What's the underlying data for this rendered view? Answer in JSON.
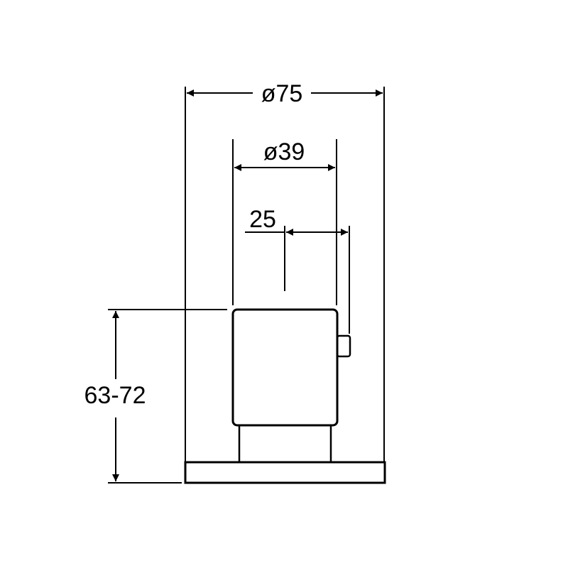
{
  "dimensions": {
    "overall_diameter": "ø75",
    "knob_diameter": "ø39",
    "pin_offset": "25",
    "projection_range": "63-72"
  },
  "colors": {
    "line": "#000000",
    "background": "#ffffff"
  }
}
